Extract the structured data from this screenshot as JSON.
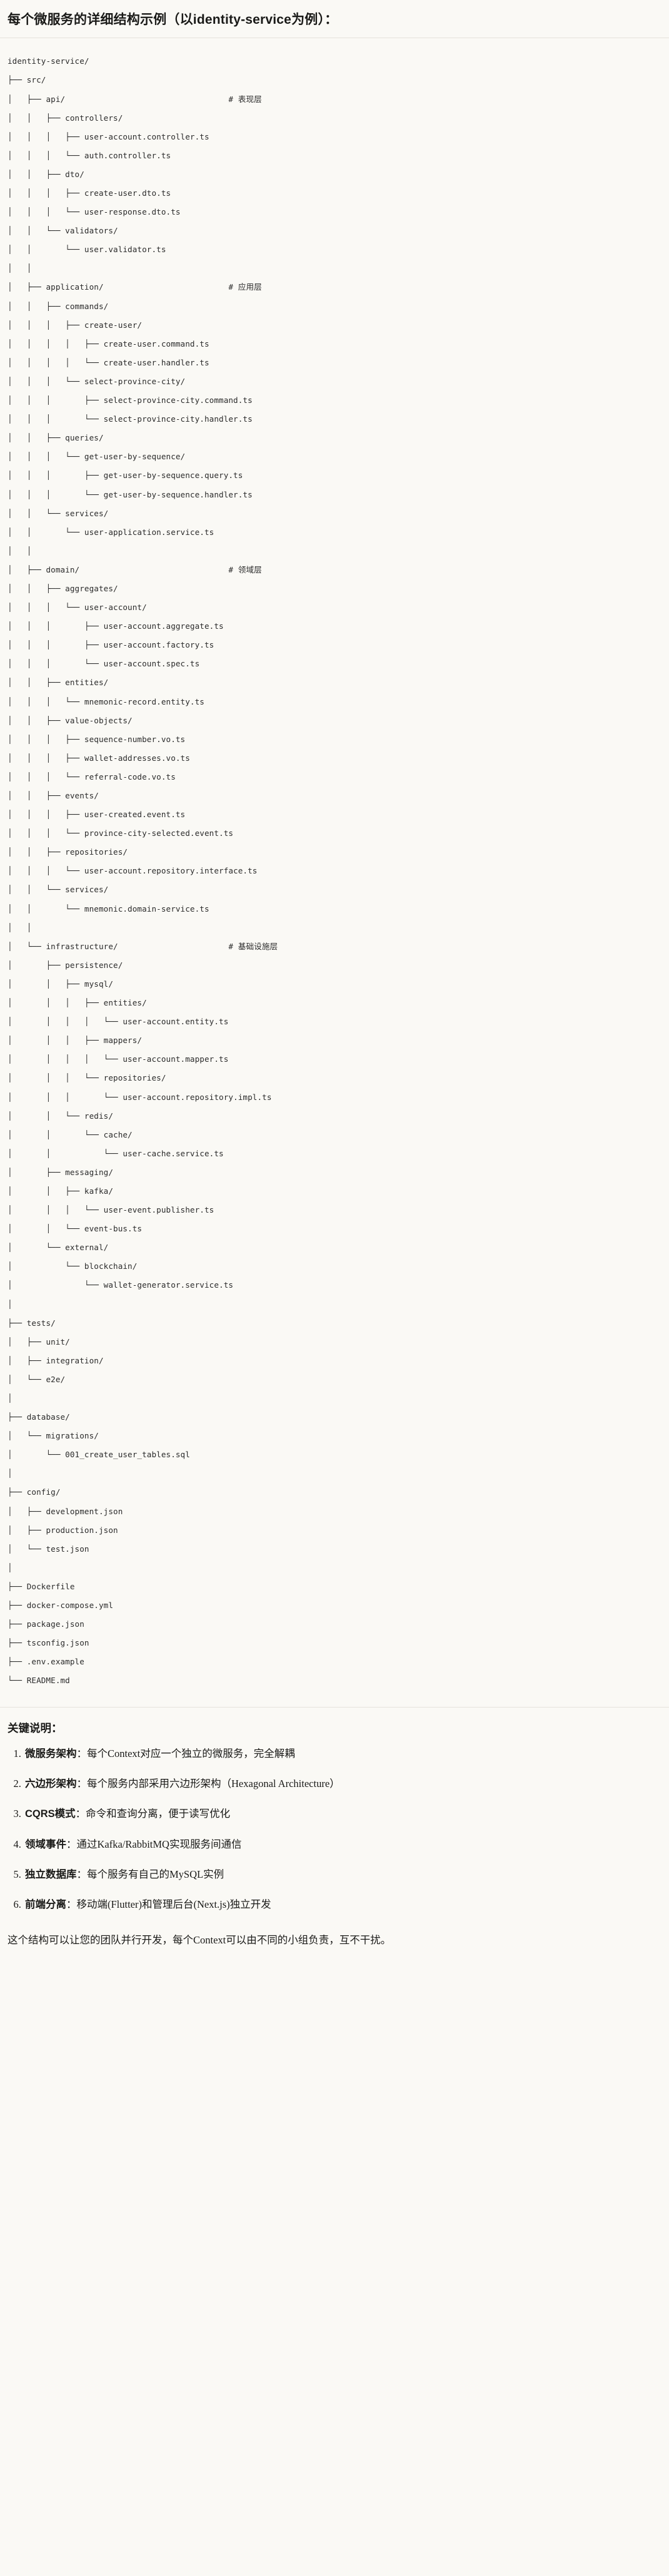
{
  "heading": "每个微服务的详细结构示例（以identity-service为例）：",
  "tree": {
    "label": "identity-service-directory-tree",
    "lines": [
      {
        "prefix": "",
        "name": "identity-service/",
        "comment": ""
      },
      {
        "prefix": "├── ",
        "name": "src/",
        "comment": ""
      },
      {
        "prefix": "│   ├── ",
        "name": "api/",
        "comment": "# 表现层"
      },
      {
        "prefix": "│   │   ├── ",
        "name": "controllers/",
        "comment": ""
      },
      {
        "prefix": "│   │   │   ├── ",
        "name": "user-account.controller.ts",
        "comment": ""
      },
      {
        "prefix": "│   │   │   └── ",
        "name": "auth.controller.ts",
        "comment": ""
      },
      {
        "prefix": "│   │   ├── ",
        "name": "dto/",
        "comment": ""
      },
      {
        "prefix": "│   │   │   ├── ",
        "name": "create-user.dto.ts",
        "comment": ""
      },
      {
        "prefix": "│   │   │   └── ",
        "name": "user-response.dto.ts",
        "comment": ""
      },
      {
        "prefix": "│   │   └── ",
        "name": "validators/",
        "comment": ""
      },
      {
        "prefix": "│   │       └── ",
        "name": "user.validator.ts",
        "comment": ""
      },
      {
        "prefix": "│   │",
        "name": "",
        "comment": ""
      },
      {
        "prefix": "│   ├── ",
        "name": "application/",
        "comment": "# 应用层"
      },
      {
        "prefix": "│   │   ├── ",
        "name": "commands/",
        "comment": ""
      },
      {
        "prefix": "│   │   │   ├── ",
        "name": "create-user/",
        "comment": ""
      },
      {
        "prefix": "│   │   │   │   ├── ",
        "name": "create-user.command.ts",
        "comment": ""
      },
      {
        "prefix": "│   │   │   │   └── ",
        "name": "create-user.handler.ts",
        "comment": ""
      },
      {
        "prefix": "│   │   │   └── ",
        "name": "select-province-city/",
        "comment": ""
      },
      {
        "prefix": "│   │   │       ├── ",
        "name": "select-province-city.command.ts",
        "comment": ""
      },
      {
        "prefix": "│   │   │       └── ",
        "name": "select-province-city.handler.ts",
        "comment": ""
      },
      {
        "prefix": "│   │   ├── ",
        "name": "queries/",
        "comment": ""
      },
      {
        "prefix": "│   │   │   └── ",
        "name": "get-user-by-sequence/",
        "comment": ""
      },
      {
        "prefix": "│   │   │       ├── ",
        "name": "get-user-by-sequence.query.ts",
        "comment": ""
      },
      {
        "prefix": "│   │   │       └── ",
        "name": "get-user-by-sequence.handler.ts",
        "comment": ""
      },
      {
        "prefix": "│   │   └── ",
        "name": "services/",
        "comment": ""
      },
      {
        "prefix": "│   │       └── ",
        "name": "user-application.service.ts",
        "comment": ""
      },
      {
        "prefix": "│   │",
        "name": "",
        "comment": ""
      },
      {
        "prefix": "│   ├── ",
        "name": "domain/",
        "comment": "# 领域层"
      },
      {
        "prefix": "│   │   ├── ",
        "name": "aggregates/",
        "comment": ""
      },
      {
        "prefix": "│   │   │   └── ",
        "name": "user-account/",
        "comment": ""
      },
      {
        "prefix": "│   │   │       ├── ",
        "name": "user-account.aggregate.ts",
        "comment": ""
      },
      {
        "prefix": "│   │   │       ├── ",
        "name": "user-account.factory.ts",
        "comment": ""
      },
      {
        "prefix": "│   │   │       └── ",
        "name": "user-account.spec.ts",
        "comment": ""
      },
      {
        "prefix": "│   │   ├── ",
        "name": "entities/",
        "comment": ""
      },
      {
        "prefix": "│   │   │   └── ",
        "name": "mnemonic-record.entity.ts",
        "comment": ""
      },
      {
        "prefix": "│   │   ├── ",
        "name": "value-objects/",
        "comment": ""
      },
      {
        "prefix": "│   │   │   ├── ",
        "name": "sequence-number.vo.ts",
        "comment": ""
      },
      {
        "prefix": "│   │   │   ├── ",
        "name": "wallet-addresses.vo.ts",
        "comment": ""
      },
      {
        "prefix": "│   │   │   └── ",
        "name": "referral-code.vo.ts",
        "comment": ""
      },
      {
        "prefix": "│   │   ├── ",
        "name": "events/",
        "comment": ""
      },
      {
        "prefix": "│   │   │   ├── ",
        "name": "user-created.event.ts",
        "comment": ""
      },
      {
        "prefix": "│   │   │   └── ",
        "name": "province-city-selected.event.ts",
        "comment": ""
      },
      {
        "prefix": "│   │   ├── ",
        "name": "repositories/",
        "comment": ""
      },
      {
        "prefix": "│   │   │   └── ",
        "name": "user-account.repository.interface.ts",
        "comment": ""
      },
      {
        "prefix": "│   │   └── ",
        "name": "services/",
        "comment": ""
      },
      {
        "prefix": "│   │       └── ",
        "name": "mnemonic.domain-service.ts",
        "comment": ""
      },
      {
        "prefix": "│   │",
        "name": "",
        "comment": ""
      },
      {
        "prefix": "│   └── ",
        "name": "infrastructure/",
        "comment": "# 基础设施层"
      },
      {
        "prefix": "│       ├── ",
        "name": "persistence/",
        "comment": ""
      },
      {
        "prefix": "│       │   ├── ",
        "name": "mysql/",
        "comment": ""
      },
      {
        "prefix": "│       │   │   ├── ",
        "name": "entities/",
        "comment": ""
      },
      {
        "prefix": "│       │   │   │   └── ",
        "name": "user-account.entity.ts",
        "comment": ""
      },
      {
        "prefix": "│       │   │   ├── ",
        "name": "mappers/",
        "comment": ""
      },
      {
        "prefix": "│       │   │   │   └── ",
        "name": "user-account.mapper.ts",
        "comment": ""
      },
      {
        "prefix": "│       │   │   └── ",
        "name": "repositories/",
        "comment": ""
      },
      {
        "prefix": "│       │   │       └── ",
        "name": "user-account.repository.impl.ts",
        "comment": ""
      },
      {
        "prefix": "│       │   └── ",
        "name": "redis/",
        "comment": ""
      },
      {
        "prefix": "│       │       └── ",
        "name": "cache/",
        "comment": ""
      },
      {
        "prefix": "│       │           └── ",
        "name": "user-cache.service.ts",
        "comment": ""
      },
      {
        "prefix": "│       ├── ",
        "name": "messaging/",
        "comment": ""
      },
      {
        "prefix": "│       │   ├── ",
        "name": "kafka/",
        "comment": ""
      },
      {
        "prefix": "│       │   │   └── ",
        "name": "user-event.publisher.ts",
        "comment": ""
      },
      {
        "prefix": "│       │   └── ",
        "name": "event-bus.ts",
        "comment": ""
      },
      {
        "prefix": "│       └── ",
        "name": "external/",
        "comment": ""
      },
      {
        "prefix": "│           └── ",
        "name": "blockchain/",
        "comment": ""
      },
      {
        "prefix": "│               └── ",
        "name": "wallet-generator.service.ts",
        "comment": ""
      },
      {
        "prefix": "│",
        "name": "",
        "comment": ""
      },
      {
        "prefix": "├── ",
        "name": "tests/",
        "comment": ""
      },
      {
        "prefix": "│   ├── ",
        "name": "unit/",
        "comment": ""
      },
      {
        "prefix": "│   ├── ",
        "name": "integration/",
        "comment": ""
      },
      {
        "prefix": "│   └── ",
        "name": "e2e/",
        "comment": ""
      },
      {
        "prefix": "│",
        "name": "",
        "comment": ""
      },
      {
        "prefix": "├── ",
        "name": "database/",
        "comment": ""
      },
      {
        "prefix": "│   └── ",
        "name": "migrations/",
        "comment": ""
      },
      {
        "prefix": "│       └── ",
        "name": "001_create_user_tables.sql",
        "comment": ""
      },
      {
        "prefix": "│",
        "name": "",
        "comment": ""
      },
      {
        "prefix": "├── ",
        "name": "config/",
        "comment": ""
      },
      {
        "prefix": "│   ├── ",
        "name": "development.json",
        "comment": ""
      },
      {
        "prefix": "│   ├── ",
        "name": "production.json",
        "comment": ""
      },
      {
        "prefix": "│   └── ",
        "name": "test.json",
        "comment": ""
      },
      {
        "prefix": "│",
        "name": "",
        "comment": ""
      },
      {
        "prefix": "├── ",
        "name": "Dockerfile",
        "comment": ""
      },
      {
        "prefix": "├── ",
        "name": "docker-compose.yml",
        "comment": ""
      },
      {
        "prefix": "├── ",
        "name": "package.json",
        "comment": ""
      },
      {
        "prefix": "├── ",
        "name": "tsconfig.json",
        "comment": ""
      },
      {
        "prefix": "├── ",
        "name": ".env.example",
        "comment": ""
      },
      {
        "prefix": "└── ",
        "name": "README.md",
        "comment": ""
      }
    ]
  },
  "notes": {
    "title": "关键说明：",
    "items": [
      {
        "term": "微服务架构",
        "sep": "：",
        "desc": "每个Context对应一个独立的微服务，完全解耦"
      },
      {
        "term": "六边形架构",
        "sep": "：",
        "desc": "每个服务内部采用六边形架构（Hexagonal Architecture）"
      },
      {
        "term": "CQRS模式",
        "sep": "：",
        "desc": "命令和查询分离，便于读写优化"
      },
      {
        "term": "领域事件",
        "sep": "：",
        "desc": "通过Kafka/RabbitMQ实现服务间通信"
      },
      {
        "term": "独立数据库",
        "sep": "：",
        "desc": "每个服务有自己的MySQL实例"
      },
      {
        "term": "前端分离",
        "sep": "：",
        "desc": "移动端(Flutter)和管理后台(Next.js)独立开发"
      }
    ]
  },
  "closing": "这个结构可以让您的团队并行开发，每个Context可以由不同的小组负责，互不干扰。"
}
